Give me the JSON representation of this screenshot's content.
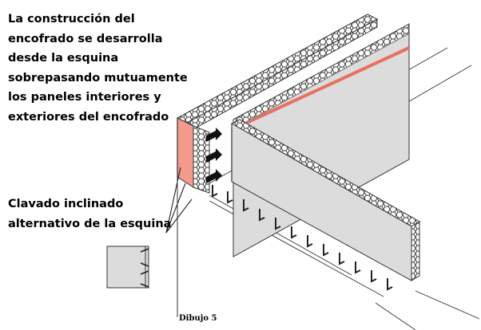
{
  "annotations": {
    "construction_note": [
      "La construcción del",
      "encofrado se desarrolla",
      "desde la esquina",
      "sobrepasando mutuamente",
      "los paneles interiores y",
      "exteriores del encofrado"
    ],
    "nailing_note": [
      "Clavado inclinado",
      "alternativo de la esquina"
    ]
  },
  "figure_label": "Dibujo 5",
  "colors": {
    "panel_face": "#dcdcdc",
    "panel_edge": "#8a8a8a",
    "insulation_pink": "#f29a8c",
    "red_stripe": "#e8705f",
    "outline": "#333333"
  }
}
